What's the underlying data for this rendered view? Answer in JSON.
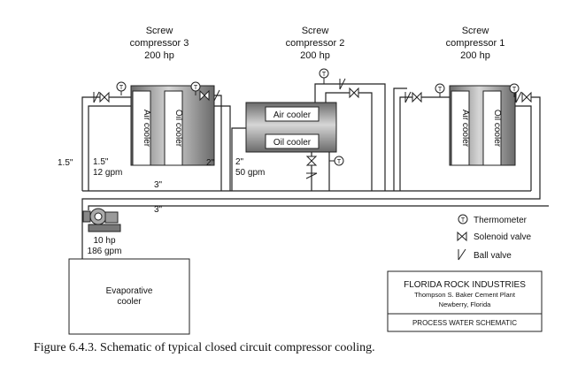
{
  "compressors": {
    "c3": {
      "line1": "Screw",
      "line2": "compressor 3",
      "line3": "200 hp"
    },
    "c2": {
      "line1": "Screw",
      "line2": "compressor 2",
      "line3": "200 hp"
    },
    "c1": {
      "line1": "Screw",
      "line2": "compressor 1",
      "line3": "200 hp"
    }
  },
  "coolers": {
    "air_cooler": "Air cooler",
    "oil_cooler": "Oil cooler"
  },
  "pipe_labels": {
    "p15_outer": "1.5\"",
    "p15_inner": "1.5\"",
    "gpm12": "12 gpm",
    "p3_upper": "3\"",
    "p3_lower": "3\"",
    "p2_left": "2\"",
    "p2_right": "2\"",
    "gpm50": "50 gpm"
  },
  "pump": {
    "hp": "10 hp",
    "gpm": "186 gpm",
    "symbol": "pump-icon"
  },
  "evaporative_cooler": {
    "line1": "Evaporative",
    "line2": "cooler"
  },
  "thermometer_letter": "T",
  "legend": {
    "thermometer": "Thermometer",
    "solenoid": "Solenoid valve",
    "ball": "Ball valve"
  },
  "title_block": {
    "company": "FLORIDA ROCK INDUSTRIES",
    "plant": "Thompson S. Baker Cement Plant",
    "location": "Newberry, Florida",
    "drawing": "PROCESS WATER SCHEMATIC"
  },
  "caption": "Figure 6.4.3. Schematic of typical closed circuit compressor cooling.",
  "colors": {
    "tank_fill": "#b4b4b4",
    "tank_dark": "#555555",
    "line": "#222222"
  }
}
